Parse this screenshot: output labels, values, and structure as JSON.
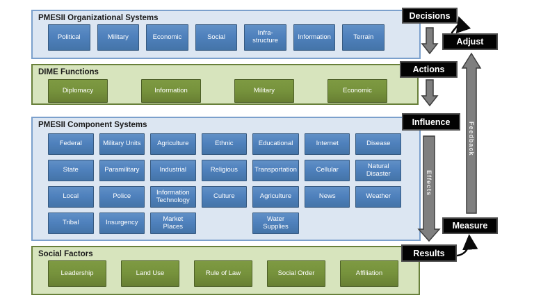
{
  "panels": {
    "org": {
      "title": "PMESII Organizational Systems",
      "items": [
        "Political",
        "Military",
        "Economic",
        "Social",
        "Infra-structure",
        "Information",
        "Terrain"
      ]
    },
    "dime": {
      "title": "DIME Functions",
      "items": [
        "Diplomacy",
        "Information",
        "Military",
        "Economic"
      ]
    },
    "component": {
      "title": "PMESII Component Systems",
      "row1": [
        "Federal",
        "Military Units",
        "Agriculture",
        "Ethnic",
        "Educational",
        "Internet",
        "Disease"
      ],
      "row2": [
        "State",
        "Paramilitary",
        "Industrial",
        "Religious",
        "Transportation",
        "Cellular",
        "Natural Disaster"
      ],
      "row3": [
        "Local",
        "Police",
        "Information Technology",
        "Culture",
        "Agriculture",
        "News",
        "Weather"
      ],
      "row4": [
        "Tribal",
        "Insurgency",
        "Market Places",
        "Water Supplies"
      ]
    },
    "social": {
      "title": "Social Factors",
      "items": [
        "Leadership",
        "Land Use",
        "Rule of Law",
        "Social Order",
        "Affiliation"
      ]
    }
  },
  "flow": {
    "decisions": "Decisions",
    "adjust": "Adjust",
    "actions": "Actions",
    "influence": "Influence",
    "effects": "Effects",
    "feedback": "Feedback",
    "measure": "Measure",
    "results": "Results"
  },
  "colors": {
    "blue_box": "#4f81bd",
    "blue_panel": "#dce6f2",
    "blue_panel_border": "#7ba0cc",
    "green_box": "#76923c",
    "green_panel": "#d7e4bd",
    "green_panel_border": "#68803a",
    "flow_label_bg": "#030303",
    "arrow_gray": "#7f7f7f",
    "text_on_box": "#ffffff"
  }
}
